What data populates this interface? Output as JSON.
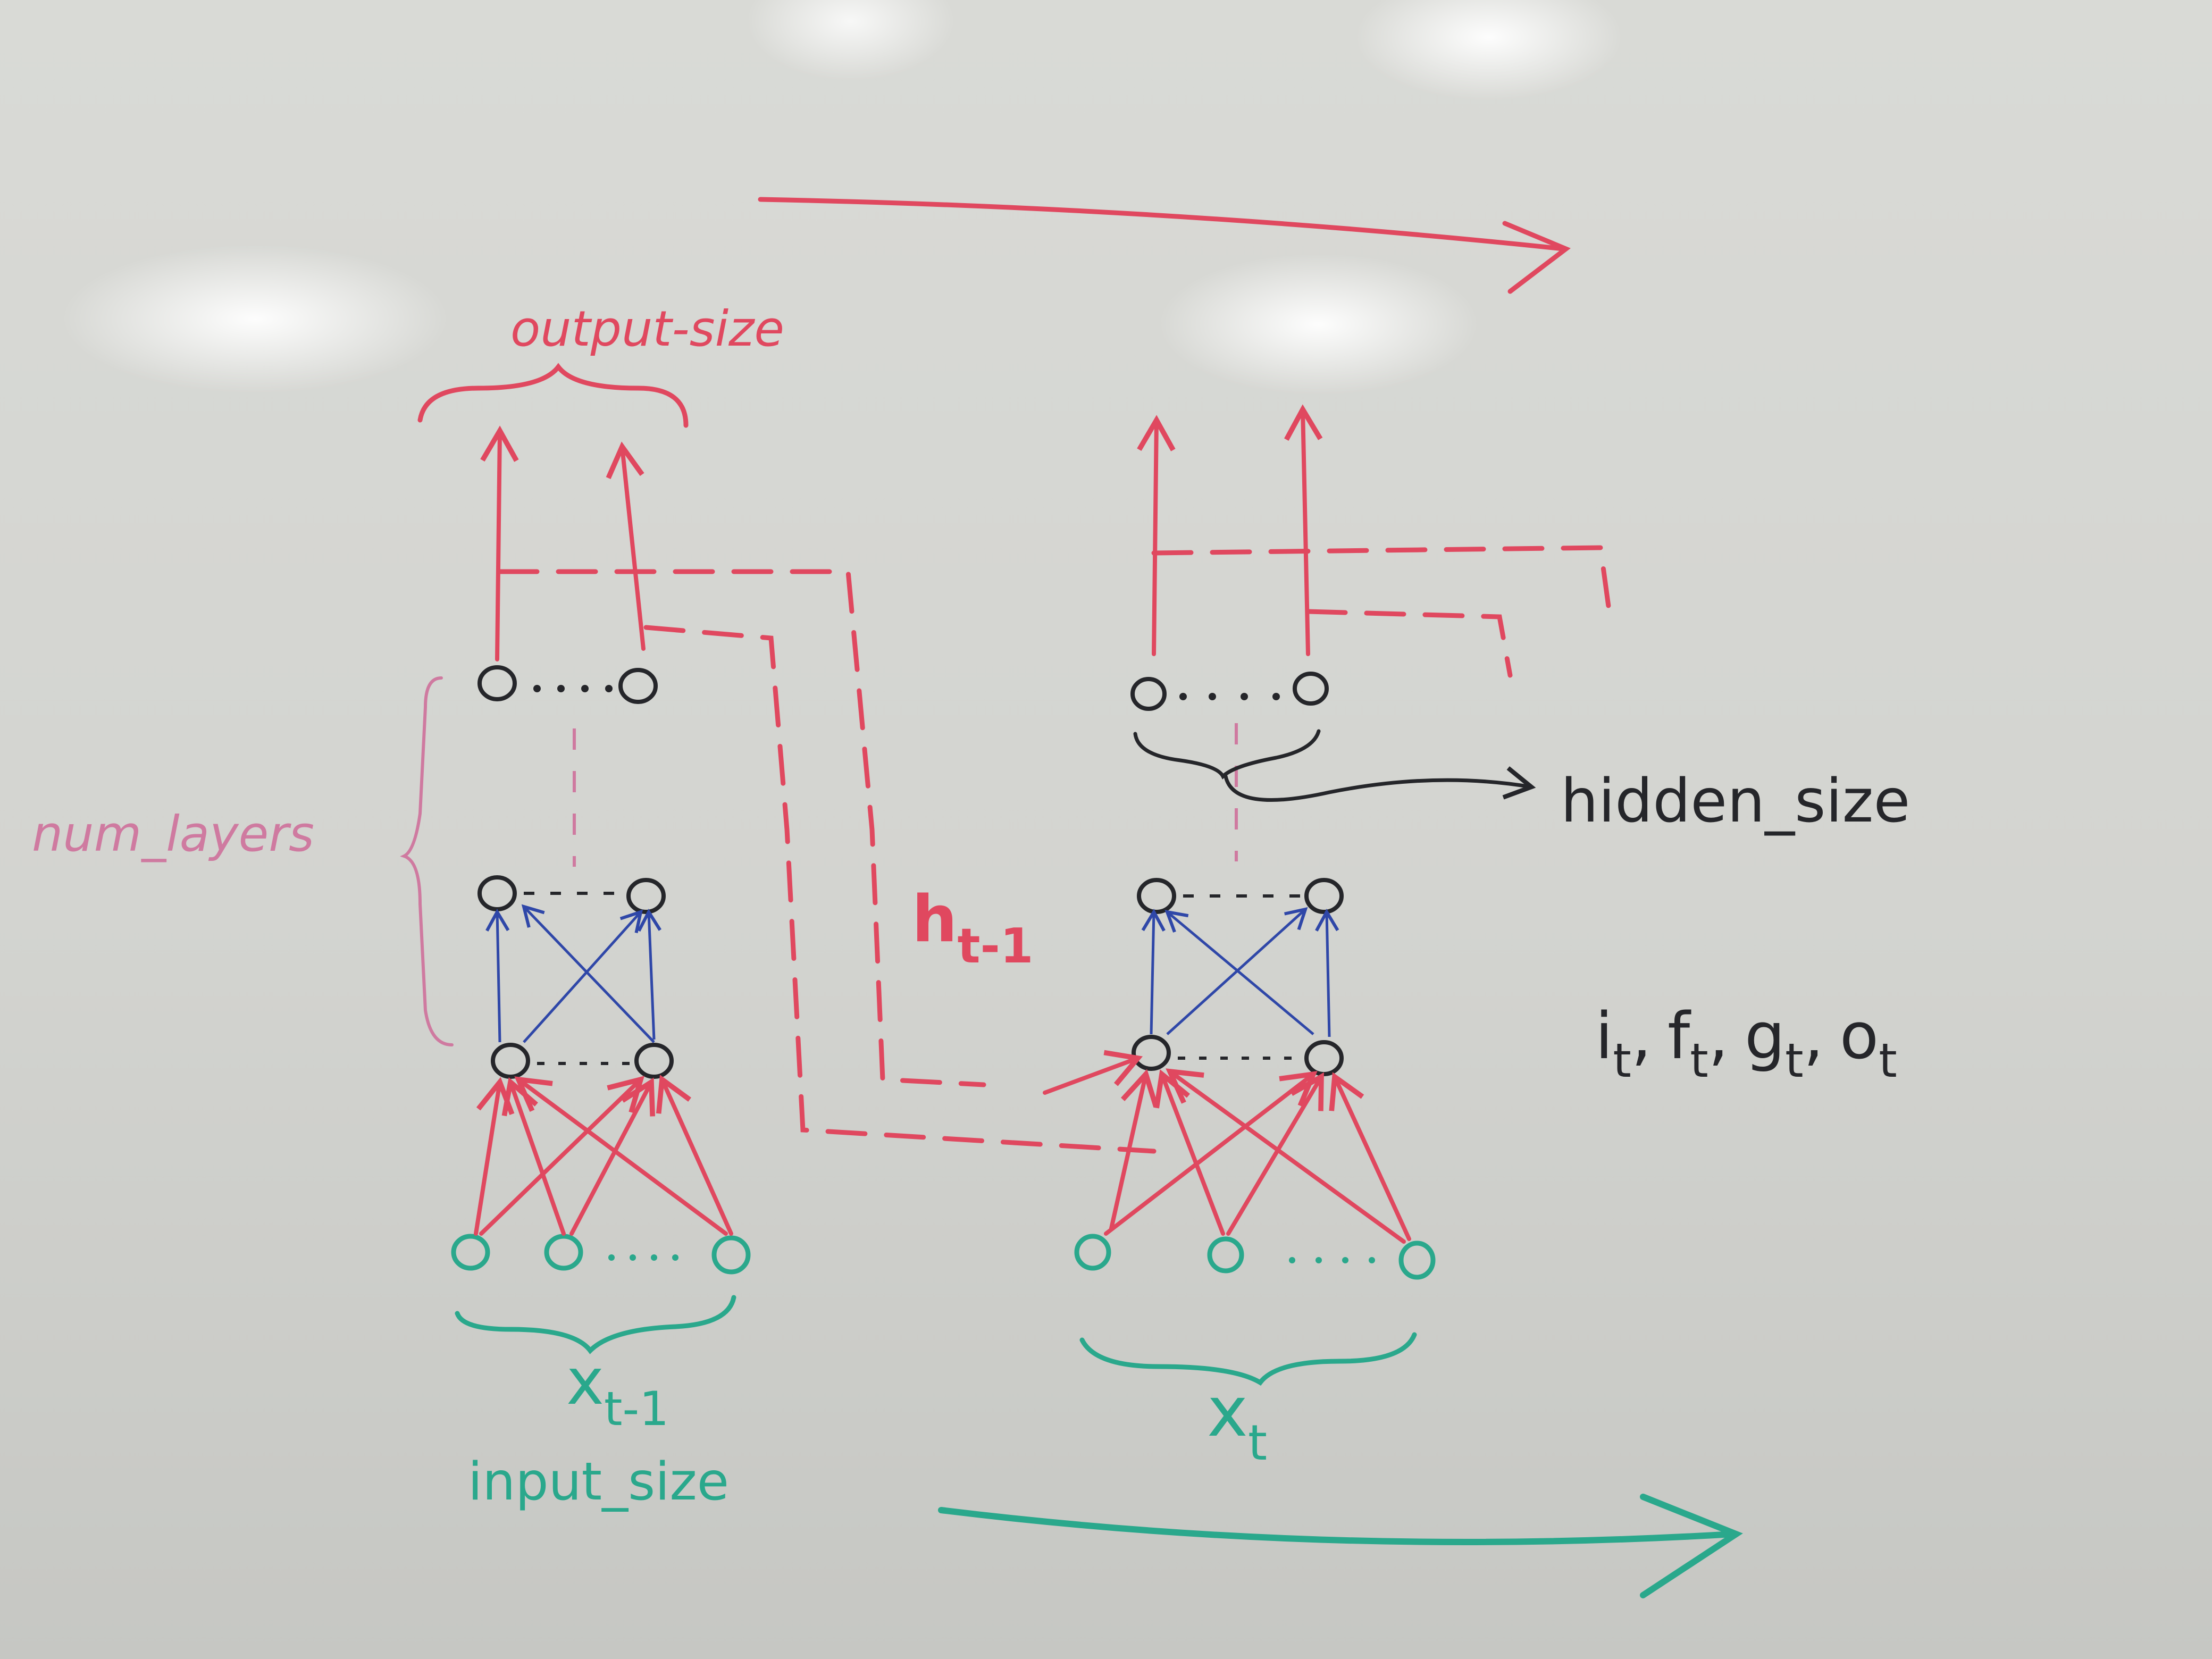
{
  "labels": {
    "output_size": "output-size",
    "num_layers": "num_layers",
    "hidden_size": "hidden_size",
    "h_prev": {
      "base": "h",
      "sub": "t-1"
    },
    "x_prev": {
      "base": "x",
      "sub": "t-1"
    },
    "x_curr": {
      "base": "x",
      "sub": "t"
    },
    "input_size": "input_size",
    "gates": [
      {
        "base": "i",
        "sub": "t"
      },
      {
        "base": "f",
        "sub": "t"
      },
      {
        "base": "g",
        "sub": "t"
      },
      {
        "base": "o",
        "sub": "t"
      }
    ],
    "gate_sep": ","
  },
  "colors": {
    "red": "#e0485f",
    "teal": "#2aa88c",
    "black": "#25262a",
    "blue": "#2f47a8",
    "pink": "#cf7aa0"
  }
}
